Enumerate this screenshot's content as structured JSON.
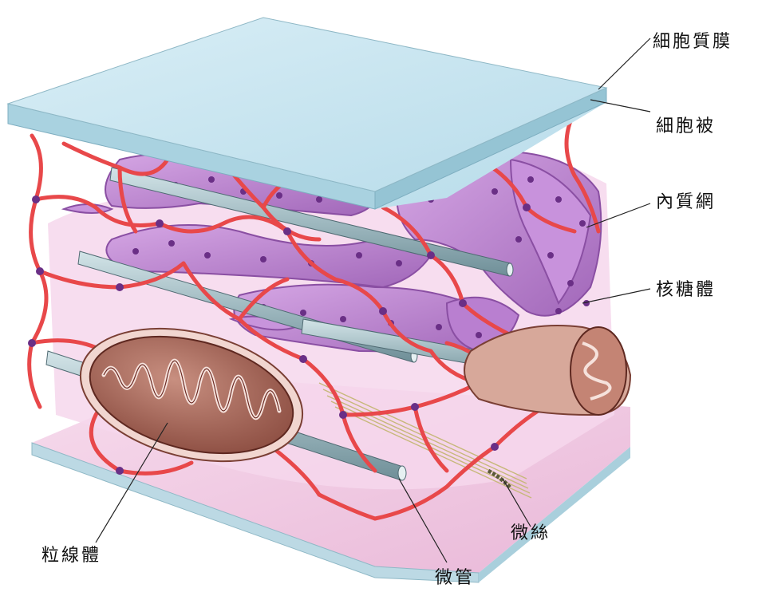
{
  "labels": {
    "plasma_membrane": "細胞質膜",
    "glycocalyx": "細胞被",
    "endoplasmic_reticulum": "內質網",
    "ribosome": "核糖體",
    "mitochondrion": "粒線體",
    "microtubule": "微管",
    "microfilament": "微絲"
  },
  "colors": {
    "membrane_top": "#cfe8f2",
    "membrane_edge": "#9fcad8",
    "bottom_membrane": "#f3cfe8",
    "lattice": "#e8484a",
    "er": "#b47ac8",
    "ribosome": "#6a2f86",
    "mito_outer": "#a76a58",
    "mito_inner": "#6b2a23",
    "microtubule": "#9fb9c0"
  }
}
